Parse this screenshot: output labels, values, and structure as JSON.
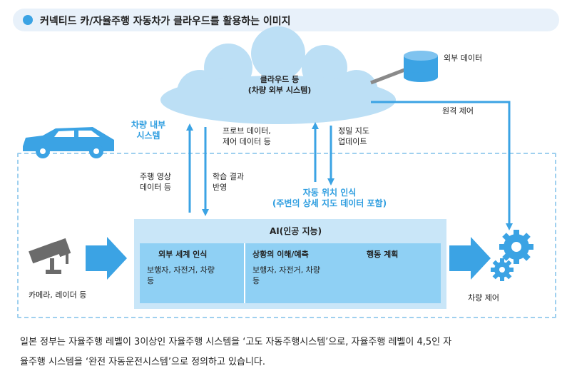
{
  "title": "커넥티드 카/자율주행 자동차가 클라우드를 활용하는 이미지",
  "cloud": {
    "line1": "클라우드 등",
    "line2": "(차량 외부 시스템)"
  },
  "external_data": "외부 데이터",
  "remote_control": "원격 제어",
  "car_internal": {
    "line1": "차량 내부",
    "line2": "시스템"
  },
  "probe_data": {
    "line1": "프로브 데이터,",
    "line2": "제어 데이터 등"
  },
  "map_update": {
    "line1": "정밀 지도",
    "line2": "업데이트"
  },
  "driving_video": {
    "line1": "주행 영상",
    "line2": "데이터 등"
  },
  "learning_result": {
    "line1": "학습 결과",
    "line2": "반영"
  },
  "self_position": {
    "line1": "자동 위치 인식",
    "line2": "(주변의 상세 지도 데이터 포함)"
  },
  "ai": {
    "title": "AI(인공 지능)",
    "col1_title": "외부 세계 인식",
    "col1_body_line1": "보행자, 자전거, 차량",
    "col1_body_line2": "등",
    "col2_title": "상황의 이해/예측",
    "col2_body_line1": "보행자, 자전거, 차량",
    "col2_body_line2": "등",
    "col3_title": "행동 계획"
  },
  "camera_label": "카메라, 레이더 등",
  "vehicle_control": "차량 제어",
  "footer": {
    "line1": "일본 정부는 자율주행 레벨이 3이상인 자율주행 시스템을 ‘고도 자동주행시스템’으로, 자율주행 레벨이 4,5인 자",
    "line2": "율주행 시스템을 ‘완전 자동운전시스템’으로 정의하고 있습니다."
  },
  "colors": {
    "accent": "#3ba3e4",
    "cloud": "#bcdff5",
    "arrow": "#3ba3e4",
    "ai_light": "#c9e6f8",
    "ai_dark": "#8fd0f4"
  },
  "icons": [
    "cloud-icon",
    "database-icon",
    "car-icon",
    "camera-icon",
    "gear-icon"
  ]
}
